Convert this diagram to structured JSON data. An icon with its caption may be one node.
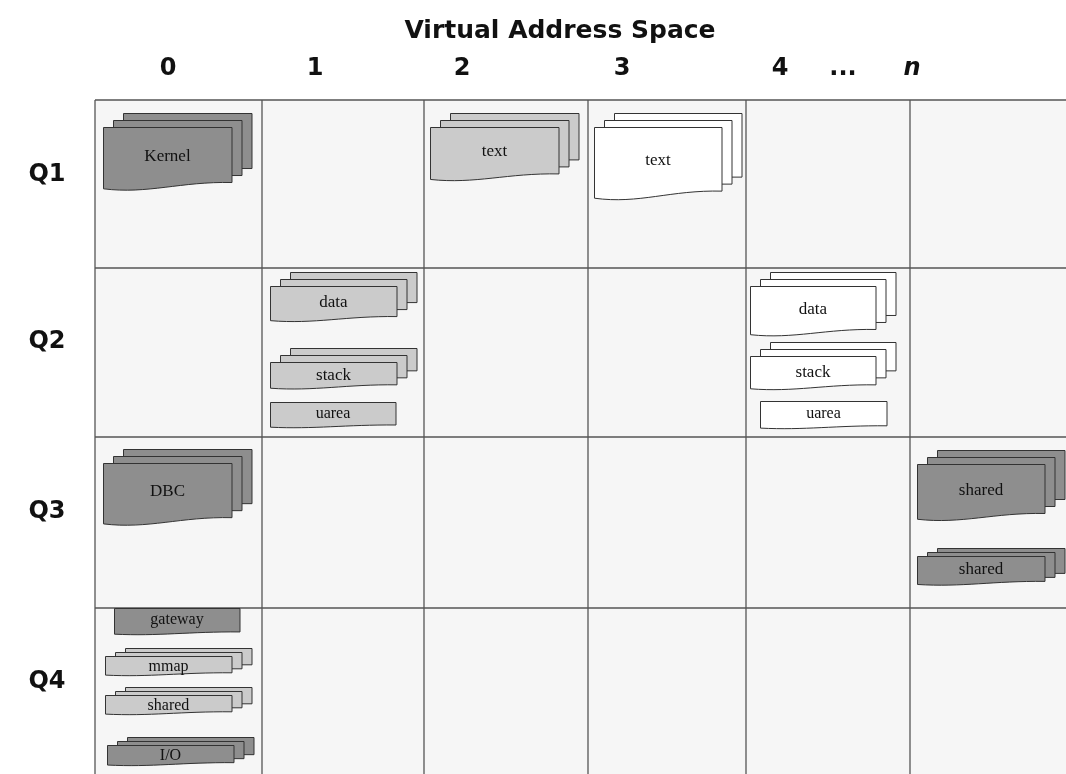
{
  "diagram": {
    "title": "Virtual Address Space",
    "nodes": [
      {
        "text": [
          "Kernel"
        ]
      },
      {
        "text": [
          "text"
        ]
      },
      {
        "text": [
          "text"
        ]
      },
      {
        "text": [
          "data"
        ]
      },
      {
        "text": [
          "stack"
        ]
      },
      {
        "text": [
          "uarea"
        ]
      },
      {
        "text": [
          "data"
        ]
      },
      {
        "text": [
          "stack"
        ]
      },
      {
        "text": [
          "uarea"
        ]
      },
      {
        "text": [
          "DBC"
        ]
      },
      {
        "text": [
          "shared"
        ]
      },
      {
        "text": [
          "shared"
        ]
      },
      {
        "text": [
          "gateway"
        ]
      },
      {
        "text": [
          "mmap"
        ]
      },
      {
        "text": [
          "shared"
        ]
      },
      {
        "text": [
          "I/O"
        ]
      }
    ],
    "edges": [],
    "labels": [
      "0",
      "1",
      "2",
      "3",
      "4",
      "...",
      "n",
      "Q1",
      "Q2",
      "Q3",
      "Q4"
    ]
  }
}
